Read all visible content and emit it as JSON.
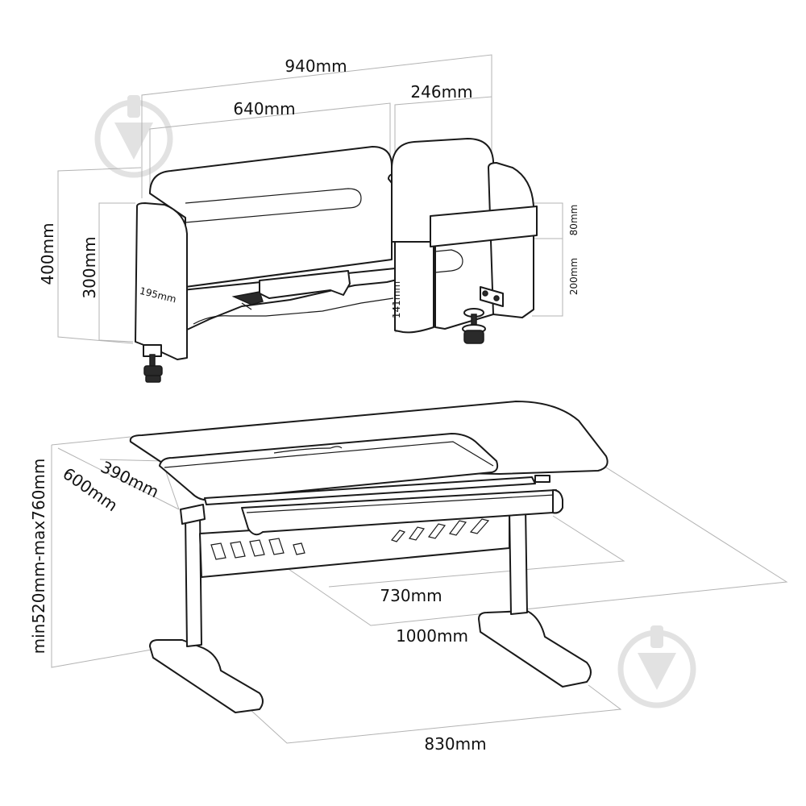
{
  "labels": {
    "shelf_total_width": "940mm",
    "shelf_main_width": "640mm",
    "shelf_side_width": "246mm",
    "shelf_total_height": "400mm",
    "shelf_side_height": "300mm",
    "shelf_depth": "195mm",
    "clamp_height": "141mm",
    "side_panel_top": "80mm",
    "side_panel_bottom": "200mm",
    "desk_height_range": "min520mm-max760mm",
    "desk_depth": "600mm",
    "tilt_top_depth": "390mm",
    "tilt_top_width": "730mm",
    "desk_width": "1000mm",
    "base_width": "830mm"
  },
  "icons": {
    "watermark": "watermark-logo-icon"
  },
  "colors": {
    "line": "#1a1a1a",
    "dimension_line": "#b3b3b3",
    "watermark": "#e2e2e2"
  }
}
